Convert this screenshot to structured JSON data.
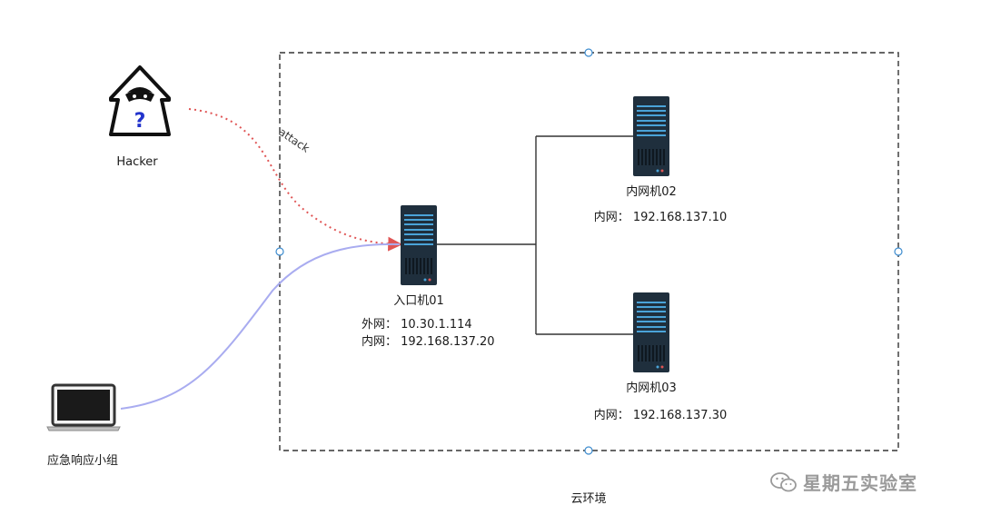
{
  "nodes": {
    "hacker": {
      "label": "Hacker"
    },
    "responder": {
      "label": "应急响应小组"
    },
    "entry": {
      "label": "入口机01",
      "line1": "外网：  10.30.1.114",
      "line2": "内网：  192.168.137.20"
    },
    "internal02": {
      "label": "内网机02",
      "line1": "内网：  192.168.137.10"
    },
    "internal03": {
      "label": "内网机03",
      "line1": "内网：  192.168.137.30"
    }
  },
  "edges": {
    "attack_label": "attack"
  },
  "cloud": {
    "label": "云环境"
  },
  "watermark": {
    "text": "星期五实验室"
  },
  "colors": {
    "attack": "#e05555",
    "response": "#a9acf0",
    "server": "#1f2f3d",
    "server_slot": "#4aa3d8",
    "frame": "#333333",
    "handle": "#3d8ccf"
  }
}
